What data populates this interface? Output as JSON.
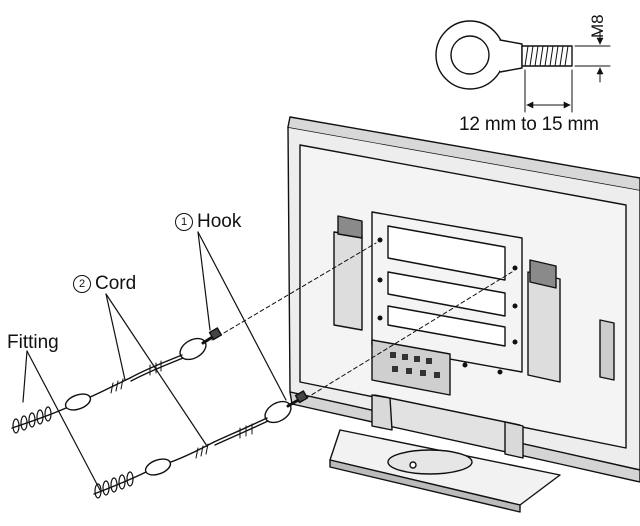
{
  "labels": {
    "hook_num": "1",
    "hook_text": "Hook",
    "cord_num": "2",
    "cord_text": "Cord",
    "fitting": "Fitting",
    "dimension": "12 mm to 15 mm",
    "thread": "M8"
  },
  "colors": {
    "ink": "#111111",
    "panel": "#e6e6e6",
    "panel_dark": "#bdbdbd",
    "background": "#ffffff"
  }
}
